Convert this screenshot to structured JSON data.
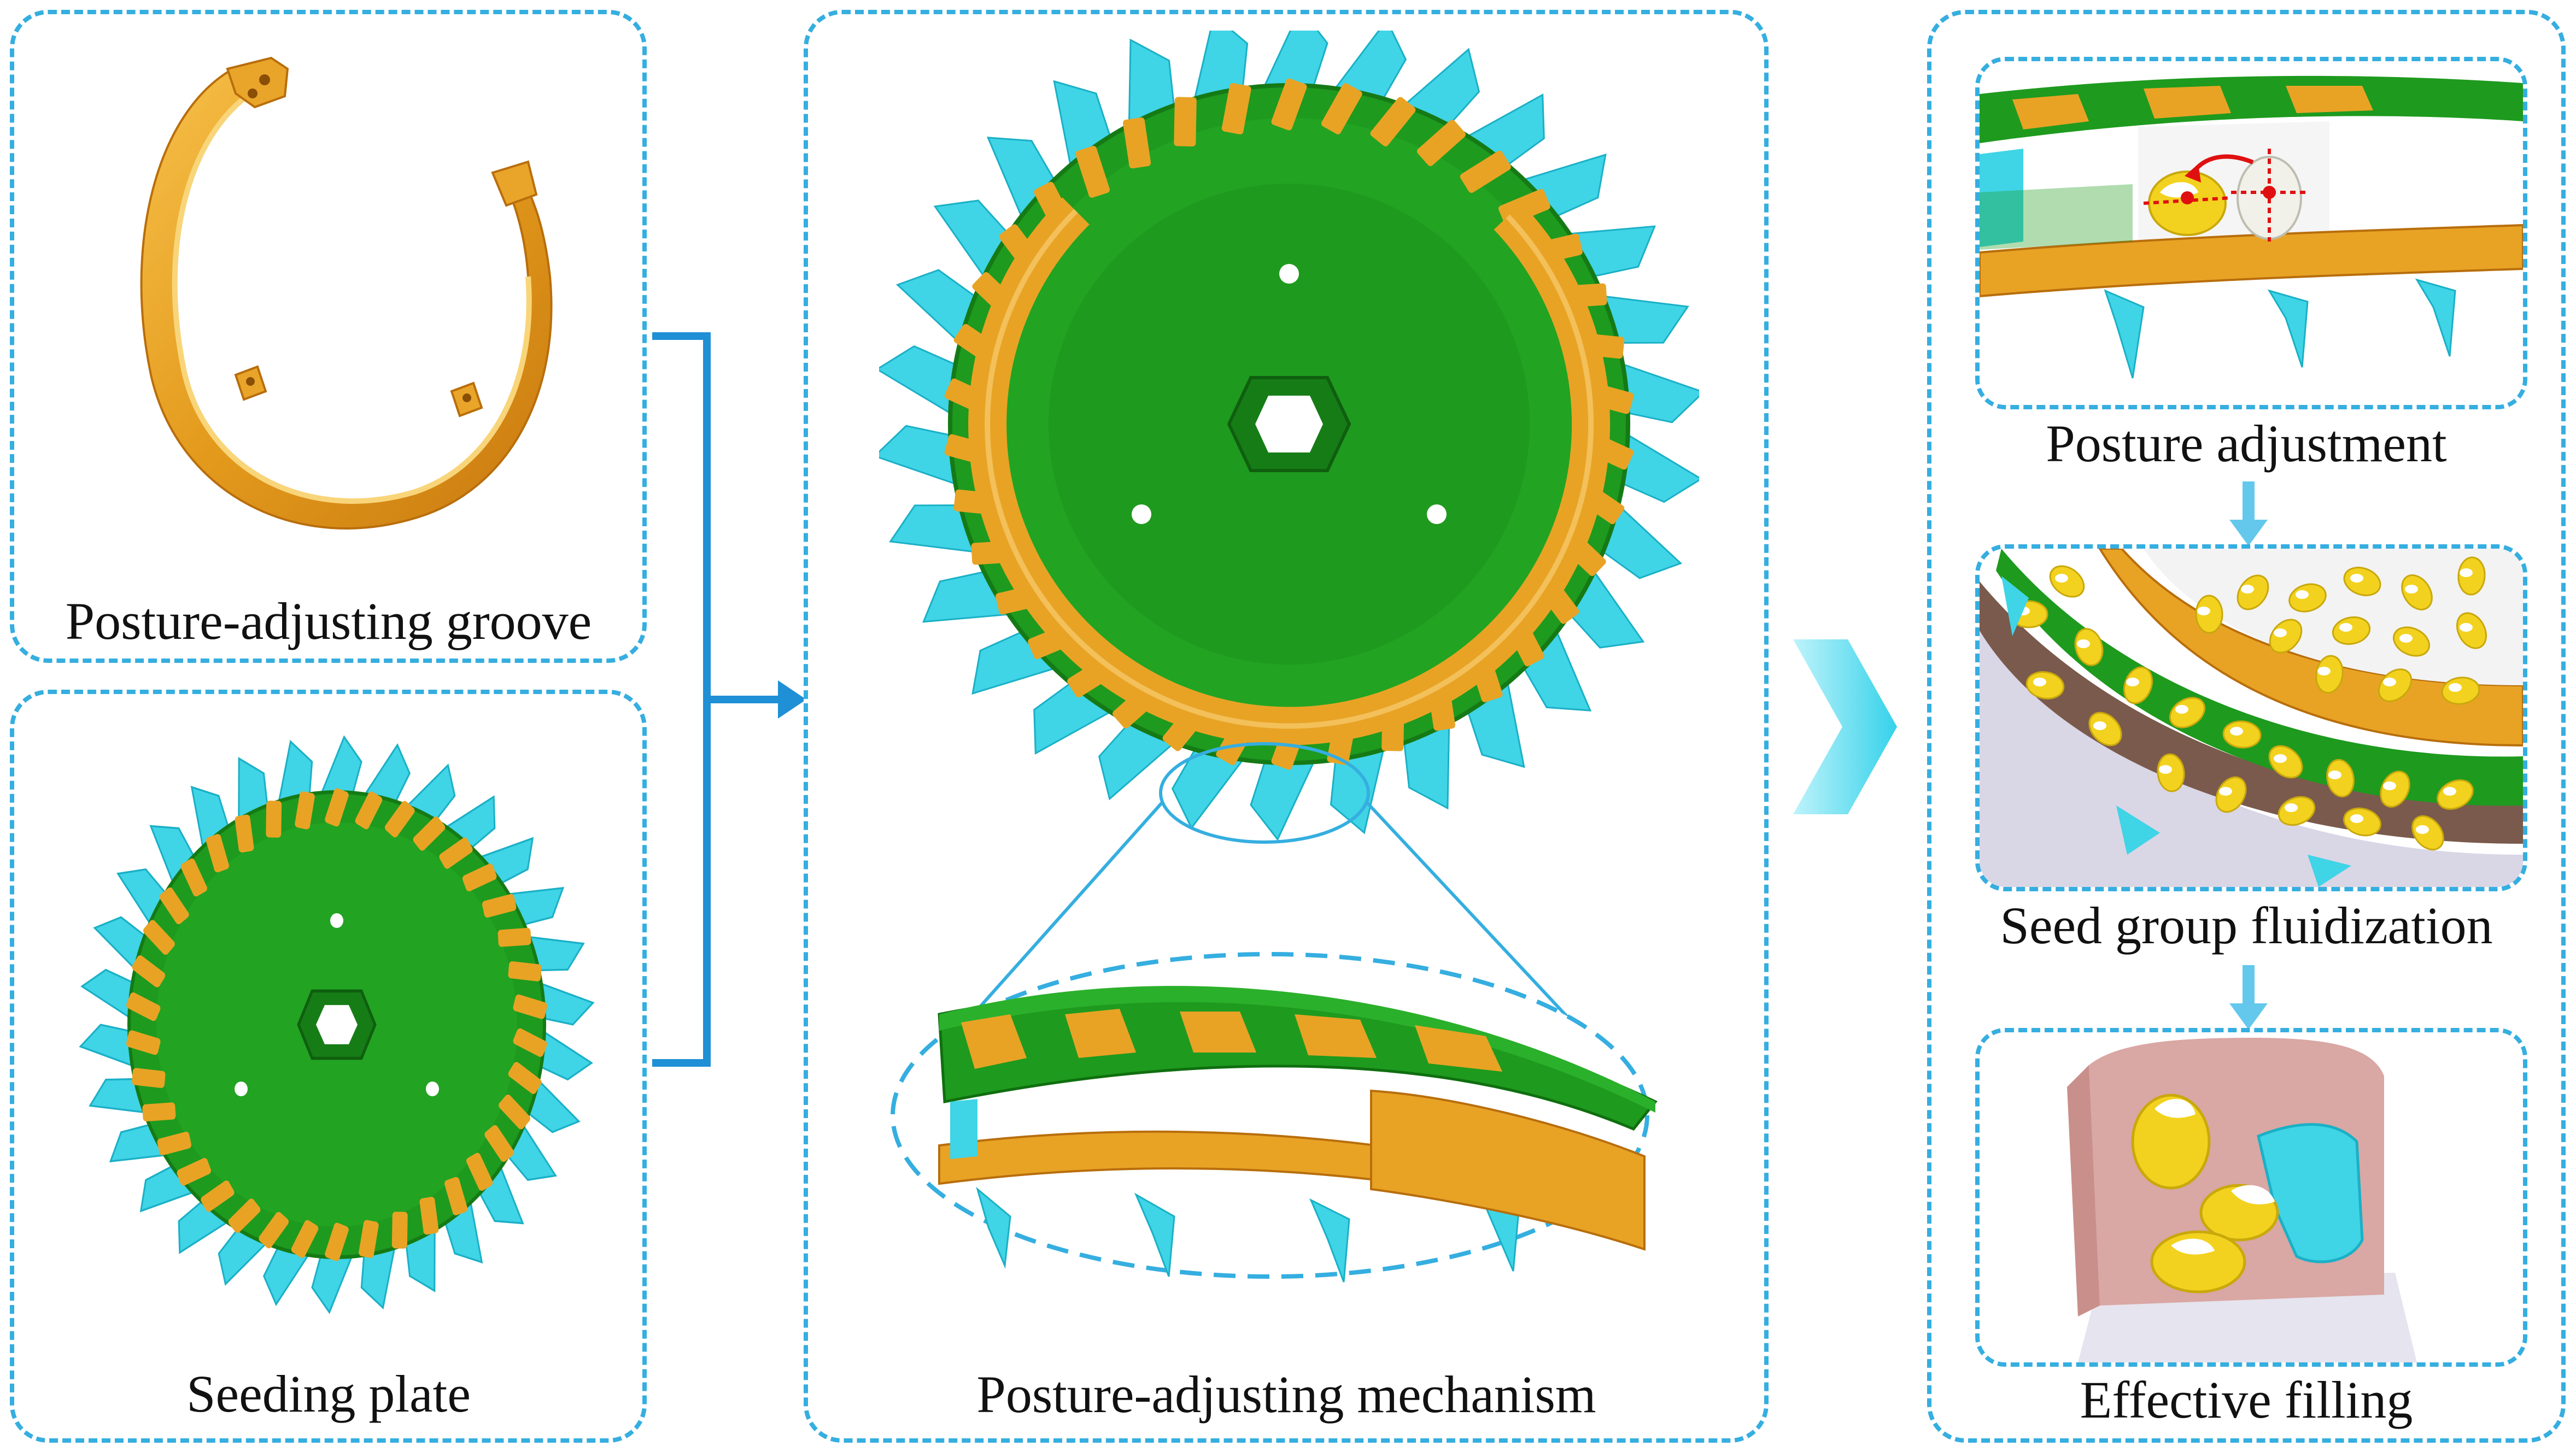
{
  "labels": {
    "groove": "Posture-adjusting groove",
    "plate": "Seeding plate",
    "mechanism": "Posture-adjusting mechanism",
    "adjustment": "Posture adjustment",
    "fluidization": "Seed group fluidization",
    "filling": "Effective filling"
  },
  "colors": {
    "border": "#35aee0",
    "arrow": "#1f8fd6",
    "green": "#1e9a1e",
    "dark_green": "#127312",
    "orange": "#e8a325",
    "cyan": "#3fd4e6",
    "seed": "#f2d21e"
  }
}
